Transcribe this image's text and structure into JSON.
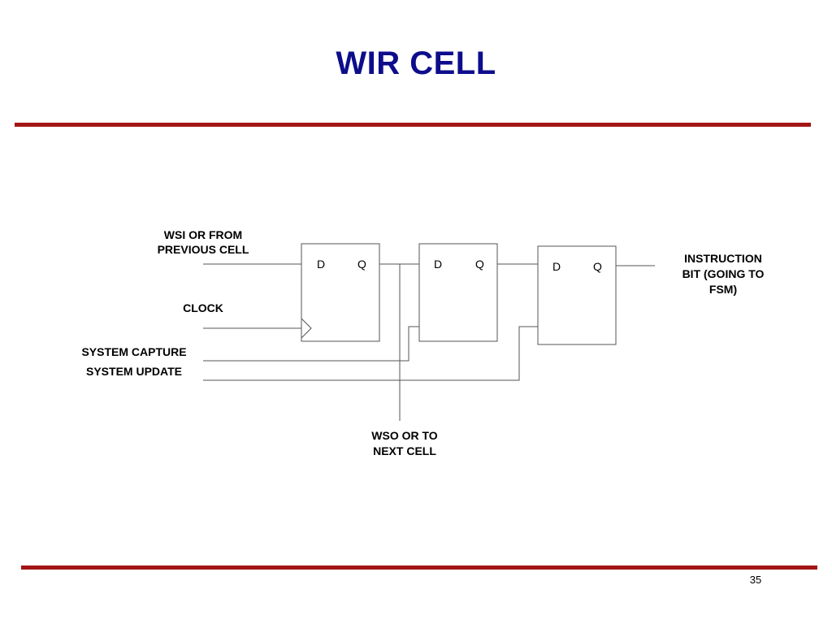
{
  "slide": {
    "title": "WIR CELL",
    "page_number": "35"
  },
  "diagram": {
    "inputs": {
      "wsi": [
        "WSI OR FROM",
        "PREVIOUS CELL"
      ],
      "clock": "CLOCK",
      "capture": "SYSTEM CAPTURE",
      "update": "SYSTEM UPDATE"
    },
    "outputs": {
      "wso": [
        "WSO OR TO",
        "NEXT CELL"
      ],
      "instruction": [
        "INSTRUCTION",
        "BIT (GOING TO",
        "FSM)"
      ]
    },
    "flip_flops": [
      {
        "d": "D",
        "q": "Q"
      },
      {
        "d": "D",
        "q": "Q"
      },
      {
        "d": "D",
        "q": "Q"
      }
    ]
  },
  "colors": {
    "title": "#0d0d8c",
    "rule": "#a31515"
  }
}
